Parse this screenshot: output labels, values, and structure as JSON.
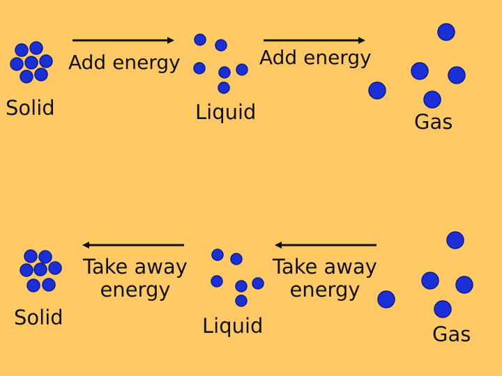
{
  "top_row": {
    "state_1": "Solid",
    "state_2": "Liquid",
    "state_3": "Gas",
    "transition_1": "Add energy",
    "transition_2": "Add energy"
  },
  "bottom_row": {
    "state_1": "Solid",
    "state_2": "Liquid",
    "state_3": "Gas",
    "transition_1": {
      "line_1": "Take away",
      "line_2": "energy"
    },
    "transition_2": {
      "line_1": "Take away",
      "line_2": "energy"
    }
  },
  "colors": {
    "background": "#FFC966",
    "particle_fill": "#1B2FD6",
    "particle_outline": "#0A1A8C",
    "arrow": "#111111"
  }
}
